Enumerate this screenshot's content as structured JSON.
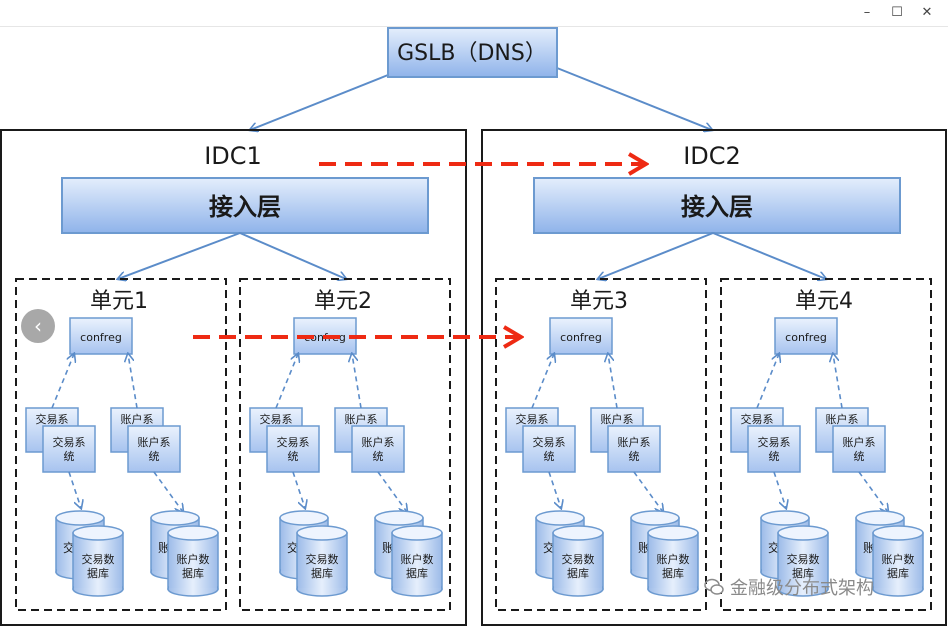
{
  "window": {
    "minimize_glyph": "–",
    "maximize_glyph": "☐",
    "close_glyph": "✕"
  },
  "gslb": "GSLB（DNS）",
  "idcs": [
    {
      "label": "IDC1",
      "access_layer": "接入层",
      "units": [
        {
          "label": "单元1",
          "confreg": "confreg",
          "trade_system": "交易系统",
          "trade_system_back": "交易系",
          "account_system": "账户系统",
          "account_system_back": "账户系",
          "trade_db": "交易数据库",
          "trade_db_back": "交",
          "account_db": "账户数据库",
          "account_db_back": "账"
        },
        {
          "label": "单元2",
          "confreg": "confreg",
          "trade_system": "交易系统",
          "trade_system_back": "交易系",
          "account_system": "账户系统",
          "account_system_back": "账户系",
          "trade_db": "交易数据库",
          "trade_db_back": "交",
          "account_db": "账户数据库",
          "account_db_back": "账"
        }
      ]
    },
    {
      "label": "IDC2",
      "access_layer": "接入层",
      "units": [
        {
          "label": "单元3",
          "confreg": "confreg",
          "trade_system": "交易系统",
          "trade_system_back": "交易系",
          "account_system": "账户系统",
          "account_system_back": "账户系",
          "trade_db": "交易数据库",
          "trade_db_back": "交",
          "account_db": "账户数据库",
          "account_db_back": "账"
        },
        {
          "label": "单元4",
          "confreg": "confreg",
          "trade_system": "交易系统",
          "trade_system_back": "交易系",
          "account_system": "账户系统",
          "account_system_back": "账户系",
          "trade_db": "交易数据库",
          "trade_db_back": "交",
          "account_db": "账户数据库",
          "account_db_back": "账"
        }
      ]
    }
  ],
  "nav": {
    "back_glyph": "‹"
  },
  "watermark": "金融级分布式架构",
  "colors": {
    "box_fill_top": "#dce9fb",
    "box_fill_bottom": "#8fb3ea",
    "box_stroke": "#6c9ad0",
    "arrow": "#5b8cc9",
    "migration_arrow": "#ee2a13"
  }
}
